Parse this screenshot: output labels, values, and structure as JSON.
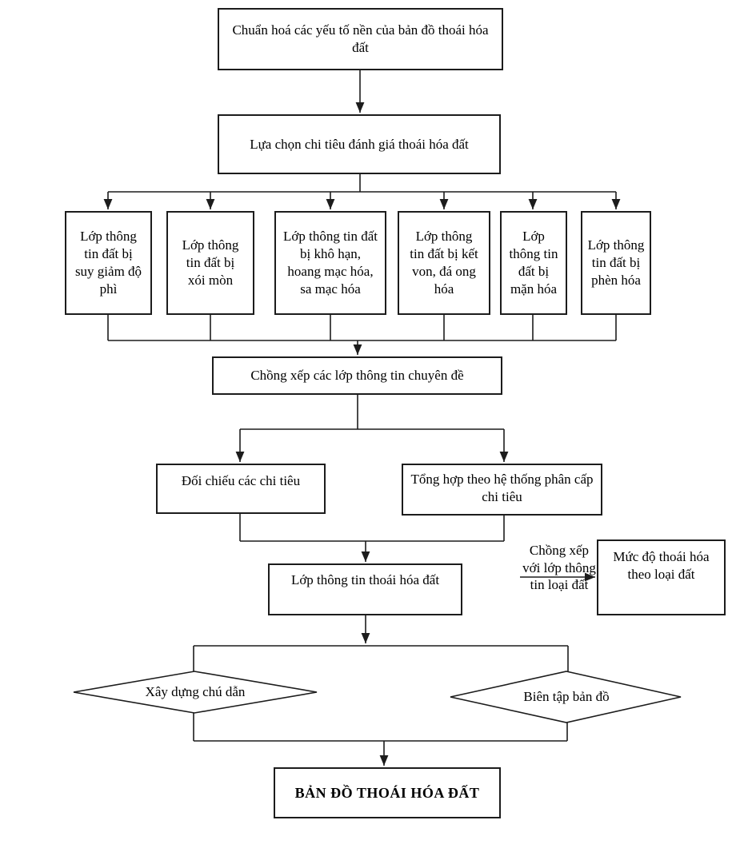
{
  "flowchart": {
    "step_normalize": "Chuẩn hoá các yếu tố nền của bản đồ thoái hóa đất",
    "step_select_criteria": "Lựa chọn chi tiêu đánh giá thoái hóa đất",
    "layers": [
      "Lớp thông tin đất bị suy giảm độ phì",
      "Lớp thông tin đất bị xói mòn",
      "Lớp thông tin đất bị khô hạn, hoang mạc hóa, sa mạc hóa",
      "Lớp thông tin đất bị kết von, đá ong hóa",
      "Lớp thông tin đất bị mặn hóa",
      "Lớp thông tin đất bị phèn hóa"
    ],
    "step_overlay": "Chồng xếp các lớp thông tin chuyên đề",
    "step_compare": "Đối chiếu các chi tiêu",
    "step_aggregate": "Tổng hợp theo hệ thống phân cấp chi tiêu",
    "step_degradation_layer": "Lớp thông tin thoái hóa đất",
    "side_note": "Chồng xếp với lớp thông tin loại đất",
    "step_level_by_soil_type": "Mức độ thoái hóa theo loại đất",
    "step_build_legend": "Xây dựng chú dẫn",
    "step_edit_map": "Biên tập bản đồ",
    "final_map": "BẢN ĐỒ THOÁI HÓA ĐẤT",
    "colors": {
      "line": "#1c1c1c",
      "box_border": "#1c1c1c",
      "text": "#000000",
      "background": "#ffffff"
    }
  }
}
